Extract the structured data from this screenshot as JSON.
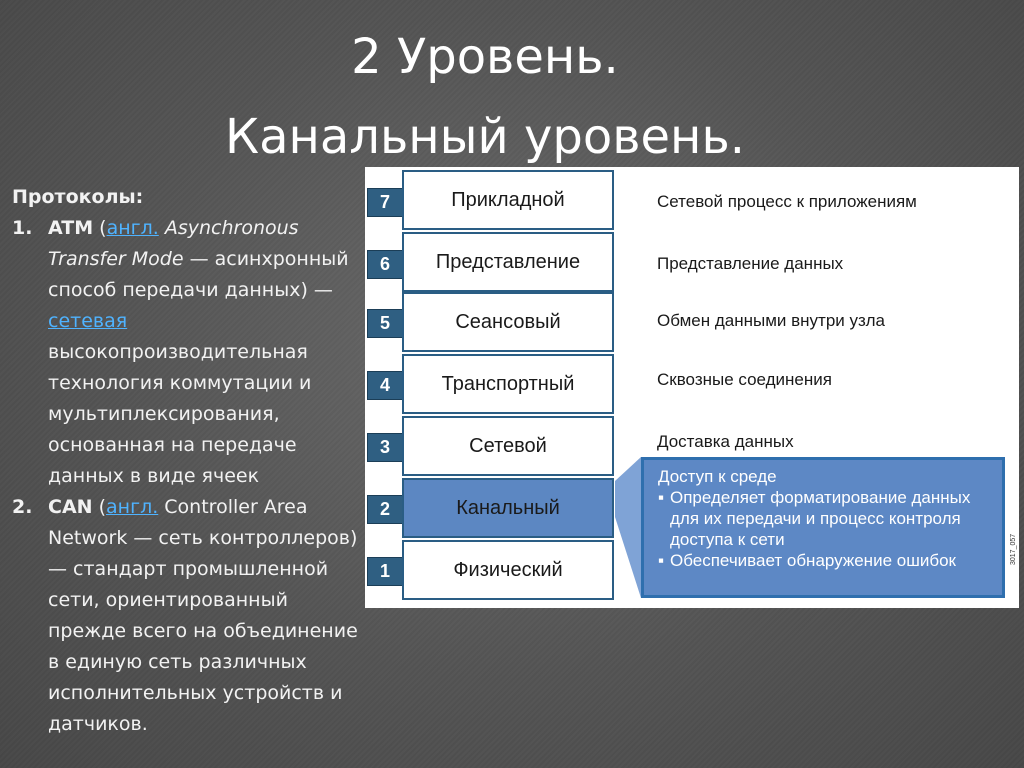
{
  "title": {
    "line1": "2 Уровень.",
    "line2": "Канальный уровень."
  },
  "protocols": {
    "heading": "Протоколы:",
    "items": [
      {
        "num": "1.",
        "name": "ATM",
        "open_paren": " (",
        "link1": "англ.",
        "italic": " Asynchronous Transfer Mode",
        "mid": " — асинхронный способ передачи данных) —",
        "link2": "сетевая",
        "rest": " высокопроизводительная технология коммутации и мультиплексирования, основанная на передаче данных в виде ячеек"
      },
      {
        "num": "2.",
        "name": "CAN",
        "open_paren": " (",
        "link1": "англ.",
        "rest": " Controller Area Network — сеть контроллеров) — стандарт промышленной сети, ориентированный прежде всего на объединение в единую сеть различных исполнительных устройств и датчиков."
      }
    ]
  },
  "osi": {
    "layers": [
      {
        "num": "7",
        "name": "Прикладной",
        "desc": "Сетевой процесс к приложениям"
      },
      {
        "num": "6",
        "name": "Представление",
        "desc": "Представление данных"
      },
      {
        "num": "5",
        "name": "Сеансовый",
        "desc": "Обмен данными внутри узла"
      },
      {
        "num": "4",
        "name": "Транспортный",
        "desc": "Сквозные соединения"
      },
      {
        "num": "3",
        "name": "Сетевой",
        "desc": "Доставка данных"
      },
      {
        "num": "2",
        "name": "Канальный",
        "desc": ""
      },
      {
        "num": "1",
        "name": "Физический",
        "desc": ""
      }
    ],
    "callout": {
      "title": "Доступ к среде",
      "bullets": [
        "Определяет форматирование данных для их передачи и процесс контроля доступа к сети",
        "Обеспечивает обнаружение ошибок"
      ]
    },
    "tag": "3017_057",
    "colors": {
      "badge": "#2f5f82",
      "highlight": "#5c87c2",
      "border": "#2a5d84"
    }
  }
}
